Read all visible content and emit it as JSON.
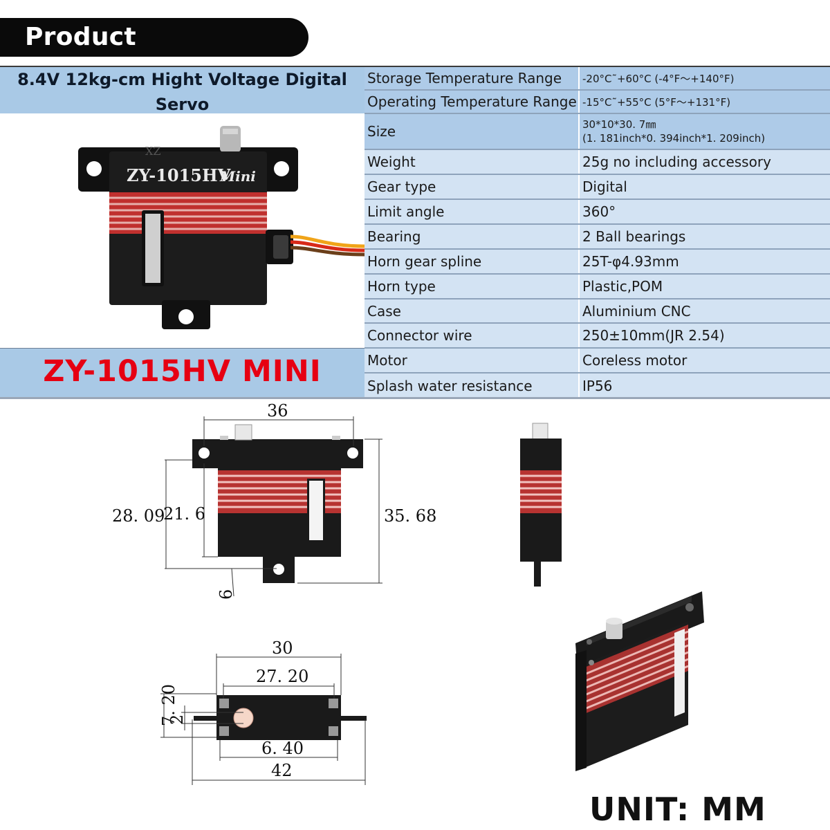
{
  "header": {
    "title": "Product Parameters"
  },
  "product": {
    "title": "8.4V 12kg-cm Hight Voltage Digital Servo",
    "model": "ZY-1015HV MINI",
    "photo_label": "ZY-1015HV",
    "photo_label_suffix": "Mini",
    "photo_logo": "XZ"
  },
  "specs": [
    {
      "label": "Storage Temperature Range",
      "value": "-20°C˜+60°C (-4°F～+140°F)"
    },
    {
      "label": "Operating Temperature Range",
      "value": "-15°C˜+55°C (5°F～+131°F)"
    },
    {
      "label": "Size",
      "value": "30*10*30. 7㎜",
      "value2": "(1. 181inch*0. 394inch*1. 209inch)"
    },
    {
      "label": "Weight",
      "value": "25g no including accessory"
    },
    {
      "label": "Gear type",
      "value": "Digital"
    },
    {
      "label": "Limit angle",
      "value": "360°"
    },
    {
      "label": "Bearing",
      "value": "2 Ball bearings"
    },
    {
      "label": "Horn gear spline",
      "value": "25T-φ4.93mm"
    },
    {
      "label": "Horn type",
      "value": "Plastic,POM"
    },
    {
      "label": "Case",
      "value": "Aluminium CNC"
    },
    {
      "label": "Connector wire",
      "value": "250±10mm(JR 2.54)"
    },
    {
      "label": "Motor",
      "value": "Coreless motor"
    },
    {
      "label": "Splash water resistance",
      "value": "IP56"
    }
  ],
  "drawing": {
    "front_width": "36",
    "front_height_outer": "28. 09",
    "front_height_inner": "21. 6",
    "front_height_total": "35. 68",
    "front_tab": "6",
    "top_width": "30",
    "top_hole_span": "27. 20",
    "top_depth": "7. 20",
    "top_spline": "2",
    "top_offset": "6. 40",
    "top_total": "42"
  },
  "unit": "UNIT: MM"
}
